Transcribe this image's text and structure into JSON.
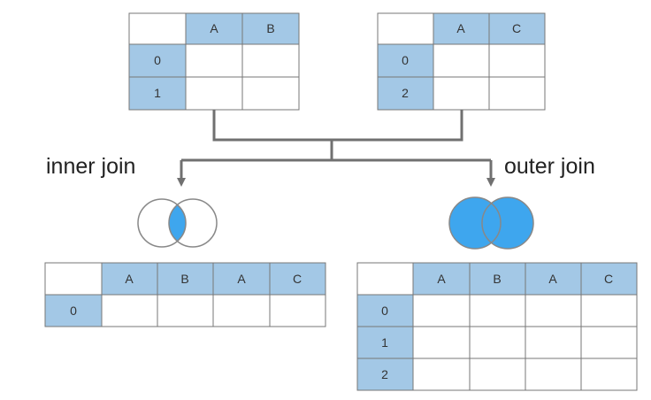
{
  "labels": {
    "inner_join": "inner join",
    "outer_join": "outer join"
  },
  "tables": {
    "left_input": {
      "columns": [
        "A",
        "B"
      ],
      "rows": [
        "0",
        "1"
      ]
    },
    "right_input": {
      "columns": [
        "A",
        "C"
      ],
      "rows": [
        "0",
        "2"
      ]
    },
    "inner_result": {
      "columns": [
        "A",
        "B",
        "A",
        "C"
      ],
      "rows": [
        "0"
      ]
    },
    "outer_result": {
      "columns": [
        "A",
        "B",
        "A",
        "C"
      ],
      "rows": [
        "0",
        "1",
        "2"
      ]
    }
  },
  "colors": {
    "header_fill": "#a3c8e6",
    "border": "#777777",
    "connector": "#707070",
    "venn_fill": "#3ea6ee",
    "venn_stroke": "#888888"
  }
}
